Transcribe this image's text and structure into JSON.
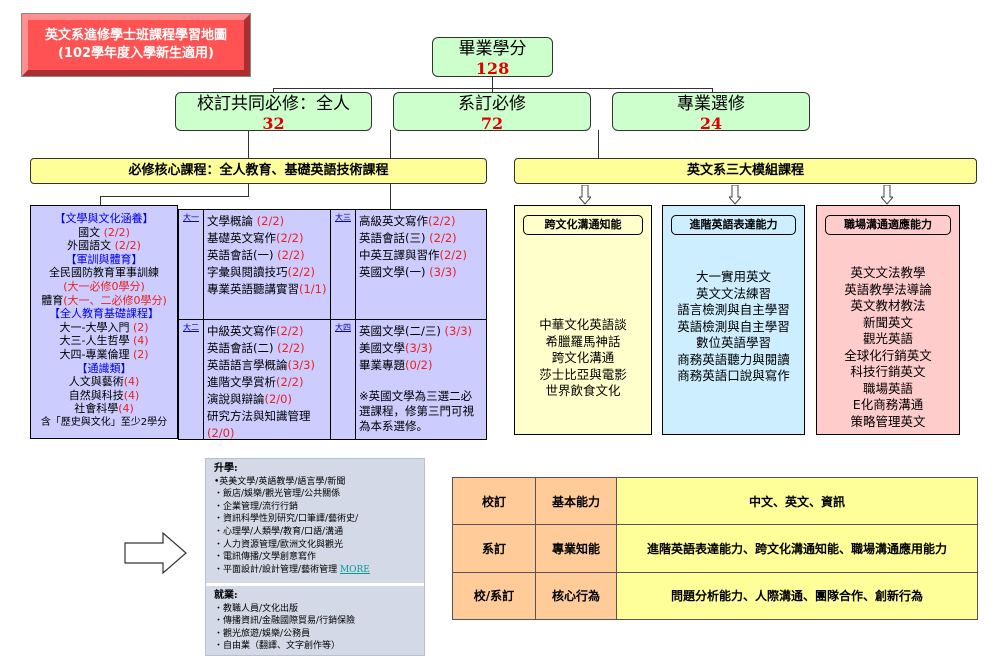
{
  "title": {
    "line1": "英文系進修學士班課程學習地圖",
    "line2": "(102學年度入學新生適用)"
  },
  "total": {
    "label": "畢業學分",
    "credits": "128"
  },
  "categories": [
    {
      "label": "校訂共同必修：全人",
      "credits": "32"
    },
    {
      "label": "系訂必修",
      "credits": "72"
    },
    {
      "label": "專業選修",
      "credits": "24"
    }
  ],
  "bars": {
    "core": "必修核心課程：全人教育、基礎英語技術課程",
    "modules": "英文系三大模組課程"
  },
  "general": [
    {
      "t": "【文學與文化涵養】",
      "c": "h"
    },
    {
      "t": "國文 ",
      "r": "(2/2)"
    },
    {
      "t": "外國語文 ",
      "r": "(2/2)"
    },
    {
      "t": "【軍訓與體育】",
      "c": "h"
    },
    {
      "t": "全民國防教育軍事訓練"
    },
    {
      "t": "",
      "r": "(大一必修0學分)"
    },
    {
      "t": "體育",
      "r": "(大一、二必修0學分)"
    },
    {
      "t": "【全人教育基礎課程】",
      "c": "h"
    },
    {
      "t": "大一-大學入門 ",
      "r": "(2)"
    },
    {
      "t": "大三-人生哲學 ",
      "r": "(4)"
    },
    {
      "t": "大四-專業倫理 ",
      "r": "(2)"
    },
    {
      "t": "【通識類】",
      "c": "h"
    },
    {
      "t": "人文與藝術",
      "r": "(4)"
    },
    {
      "t": "自然與科技",
      "r": "(4)"
    },
    {
      "t": "社會科學",
      "r": "(4)"
    },
    {
      "t": "含「歷史與文化」至少2學分"
    }
  ],
  "years": [
    {
      "label": "大一",
      "courses": [
        {
          "n": "文學概論 ",
          "c": "(2/2)"
        },
        {
          "n": "基礎英文寫作",
          "c": "(2/2)"
        },
        {
          "n": "英語會話(一) ",
          "c": "(2/2)"
        },
        {
          "n": "字彙與閱讀技巧",
          "c": "(2/2)"
        },
        {
          "n": "專業英語聽講實習",
          "c": "(1/1)"
        }
      ]
    },
    {
      "label": "大三",
      "courses": [
        {
          "n": "高級英文寫作",
          "c": "(2/2)"
        },
        {
          "n": "英語會話(三) ",
          "c": "(2/2)"
        },
        {
          "n": "中英互譯與習作",
          "c": "(2/2)"
        },
        {
          "n": "英國文學(一) ",
          "c": "(3/3)"
        }
      ]
    },
    {
      "label": "大二",
      "courses": [
        {
          "n": "中級英文寫作",
          "c": "(2/2)"
        },
        {
          "n": "英語會話(二) ",
          "c": "(2/2)"
        },
        {
          "n": "英語語言學概論",
          "c": "(3/3)"
        },
        {
          "n": "進階文學賞析",
          "c": "(2/2)"
        },
        {
          "n": "演說與辯論",
          "c": "(2/0)"
        },
        {
          "n": "研究方法與知識管理 ",
          "c": "(2/0)"
        }
      ]
    },
    {
      "label": "大四",
      "courses": [
        {
          "n": "英國文學(二/三) ",
          "c": "(3/3)"
        },
        {
          "n": "美國文學",
          "c": "(3/3)"
        },
        {
          "n": "畢業專題",
          "c": "(0/2)"
        }
      ],
      "note": "※英國文學為三選二必選課程，修第三門可視為本系選修。"
    }
  ],
  "modules": [
    {
      "title": "跨文化溝通知能",
      "color": "#ffffcc",
      "courses": [
        "中華文化英語談",
        "希臘羅馬神話",
        "跨文化溝通",
        "莎士比亞與電影",
        "世界飲食文化"
      ]
    },
    {
      "title": "進階英語表達能力",
      "color": "#cceeff",
      "courses": [
        "大一實用英文",
        "英文文法練習",
        "語言檢測與自主學習",
        "英語檢測與自主學習",
        "數位英語學習",
        "商務英語聽力與閱讀",
        "商務英語口說與寫作"
      ]
    },
    {
      "title": "職場溝通適應能力",
      "color": "#ffcccc",
      "courses": [
        "英文文法教學",
        "英語教學法導論",
        "英文教材教法",
        "新聞英文",
        "觀光英語",
        "全球化行銷英文",
        "科技行銷英文",
        "職場英語",
        "E化商務溝通",
        "策略管理英文"
      ]
    }
  ],
  "career": {
    "study_title": "升學:",
    "study": [
      "•英美文學/英語教學/語言學/新聞",
      "・飯店/娛樂/觀光管理/公共關係",
      "・企業管理/流行行銷",
      "・資訊科學性別研究/口筆譯/藝術史/",
      "・心理學/人類學/教育/口語/溝通",
      "・人力資源管理/歐洲文化與觀光",
      "・電訊傳播/文學創意寫作",
      "・平面設計/設計管理/藝術管理 "
    ],
    "more": "MORE",
    "job_title": "就業:",
    "jobs": [
      "・教職人員/文化出版",
      "・傳播資訊/金融國際貿易/行銷保險",
      "・觀光旅遊/娛樂/公務員",
      "・自由業（翻譯、文字創作等）"
    ]
  },
  "abilities": [
    {
      "by": "校訂",
      "type": "基本能力",
      "desc": "中文、英文、資訊"
    },
    {
      "by": "系訂",
      "type": "專業知能",
      "desc": "進階英語表達能力、跨文化溝通知能、職場溝通應用能力"
    },
    {
      "by": "校/系訂",
      "type": "核心行為",
      "desc": "問題分析能力、人際溝通、團隊合作、創新行為"
    }
  ]
}
